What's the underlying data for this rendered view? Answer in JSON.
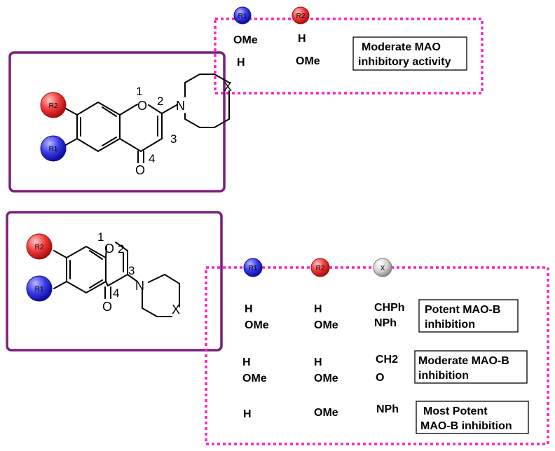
{
  "sub_circles": {
    "r1": "R1",
    "r2": "R2",
    "x": "X"
  },
  "circle_colors": {
    "r1": "#2a2ae6",
    "r2": "#f03030",
    "x": "#cfcfcf",
    "outer_purple": "#7a1f7a",
    "dashed_pink": "#ff1fc8"
  },
  "chromone": {
    "ring_atom_o": "O",
    "ring_atom_n": "N",
    "carbonyl_o": "O",
    "ring_atom_x": "X",
    "pos_1": "1",
    "pos_2": "2",
    "pos_3": "3",
    "pos_4": "4"
  },
  "top_panel": {
    "r1_values": [
      "OMe",
      "H"
    ],
    "r2_values": [
      "H",
      "OMe"
    ],
    "result_line1": "Moderate MAO",
    "result_line2": "inhibitory activity"
  },
  "bottom_panel": {
    "rows": [
      {
        "r1": [
          "H",
          "OMe"
        ],
        "r2": [
          "H",
          "OMe"
        ],
        "x": [
          "CHPh",
          "NPh"
        ],
        "result": [
          "Potent MAO-B",
          "inhibition"
        ]
      },
      {
        "r1": [
          "H",
          "OMe"
        ],
        "r2": [
          "H",
          "OMe"
        ],
        "x": [
          "CH2",
          "O"
        ],
        "result": [
          "Moderate MAO-B",
          "inhibition"
        ]
      },
      {
        "r1": [
          "H"
        ],
        "r2": [
          "OMe"
        ],
        "x": [
          "NPh"
        ],
        "result": [
          "Most Potent",
          "MAO-B inhibition"
        ]
      }
    ]
  }
}
